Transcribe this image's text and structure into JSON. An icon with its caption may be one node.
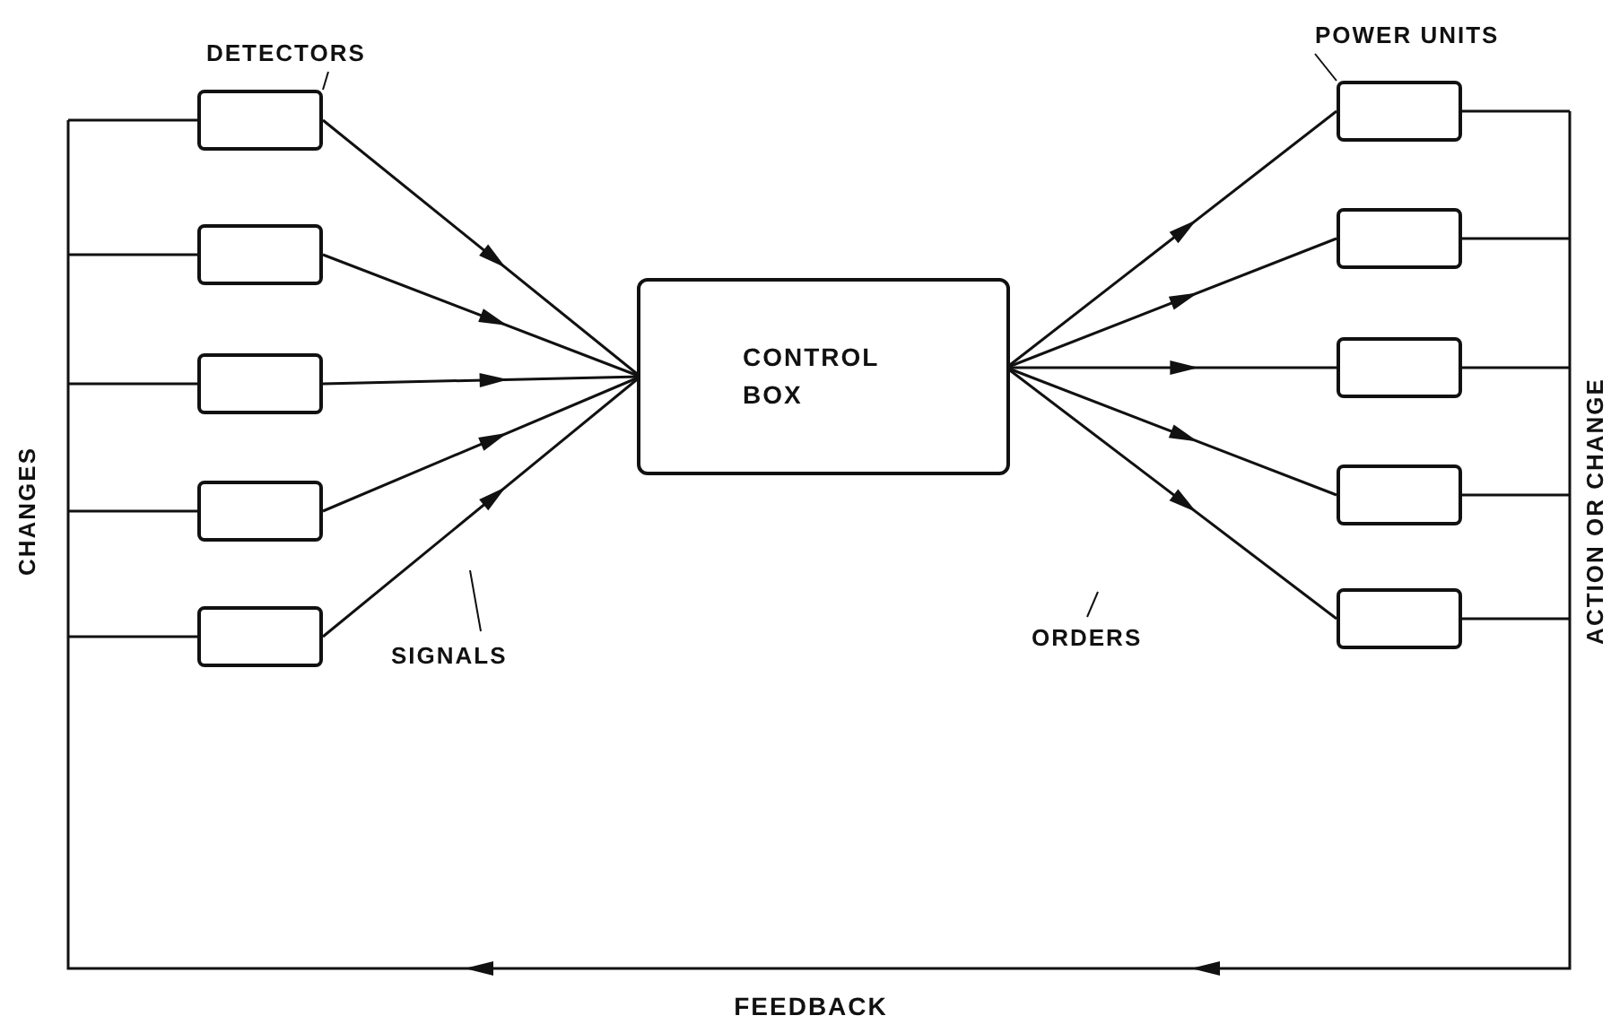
{
  "diagram": {
    "nodes": [
      {
        "text": [
          "DETECTORS"
        ]
      },
      {
        "text": [
          "POWER UNITS"
        ]
      },
      {
        "text": [],
        "shape": "box"
      },
      {
        "text": [],
        "shape": "box"
      },
      {
        "text": [],
        "shape": "box"
      },
      {
        "text": [],
        "shape": "box"
      },
      {
        "text": [],
        "shape": "box"
      },
      {
        "text": [
          "CONTROL BOX"
        ]
      },
      {
        "text": [],
        "shape": "box"
      },
      {
        "text": [],
        "shape": "box"
      },
      {
        "text": [],
        "shape": "box"
      },
      {
        "text": [],
        "shape": "box"
      },
      {
        "text": [],
        "shape": "box"
      },
      {
        "text": [
          "SIGNALS"
        ]
      },
      {
        "text": [
          "ORDERS"
        ]
      }
    ],
    "edges": [
      {
        "from": 0,
        "to": 2,
        "arrow": "none"
      },
      {
        "from": 1,
        "to": 8,
        "arrow": "none"
      },
      {
        "from": 2,
        "to": 7,
        "arrow": "to"
      },
      {
        "from": 3,
        "to": 7,
        "arrow": "to"
      },
      {
        "from": 4,
        "to": 7,
        "arrow": "to"
      },
      {
        "from": 5,
        "to": 7,
        "arrow": "to"
      },
      {
        "from": 6,
        "to": 7,
        "arrow": "to"
      },
      {
        "from": 7,
        "to": 8,
        "arrow": "to"
      },
      {
        "from": 7,
        "to": 9,
        "arrow": "to"
      },
      {
        "from": 7,
        "to": 10,
        "arrow": "to"
      },
      {
        "from": 7,
        "to": 11,
        "arrow": "to"
      },
      {
        "from": 7,
        "to": 12,
        "arrow": "to"
      },
      {
        "from": 13,
        "to": null,
        "arrow": "none"
      },
      {
        "from": 14,
        "to": null,
        "arrow": "none"
      },
      {
        "from": 8,
        "to": 2,
        "arrow": "to"
      },
      {
        "from": 8,
        "to": 3,
        "arrow": "to"
      },
      {
        "from": 8,
        "to": 4,
        "arrow": "to"
      },
      {
        "from": 8,
        "to": 5,
        "arrow": "to"
      },
      {
        "from": 8,
        "to": 6,
        "arrow": "to"
      },
      {
        "from": 9,
        "to": 2,
        "arrow": "to"
      },
      {
        "from": 9,
        "to": 3,
        "arrow": "to"
      },
      {
        "from": 9,
        "to": 4,
        "arrow": "to"
      },
      {
        "from": 9,
        "to": 5,
        "arrow": "to"
      },
      {
        "from": 9,
        "to": 6,
        "arrow": "to"
      },
      {
        "from": 10,
        "to": 2,
        "arrow": "to"
      },
      {
        "from": 10,
        "to": 3,
        "arrow": "to"
      },
      {
        "from": 10,
        "to": 4,
        "arrow": "to"
      },
      {
        "from": 10,
        "to": 5,
        "arrow": "to"
      },
      {
        "from": 10,
        "to": 6,
        "arrow": "to"
      },
      {
        "from": 11,
        "to": 2,
        "arrow": "to"
      },
      {
        "from": 11,
        "to": 3,
        "arrow": "to"
      },
      {
        "from": 11,
        "to": 4,
        "arrow": "to"
      },
      {
        "from": 11,
        "to": 5,
        "arrow": "to"
      },
      {
        "from": 11,
        "to": 6,
        "arrow": "to"
      },
      {
        "from": 12,
        "to": 2,
        "arrow": "to"
      },
      {
        "from": 12,
        "to": 3,
        "arrow": "to"
      },
      {
        "from": 12,
        "to": 4,
        "arrow": "to"
      },
      {
        "from": 12,
        "to": 5,
        "arrow": "to"
      },
      {
        "from": 12,
        "to": 6,
        "arrow": "to"
      }
    ],
    "labels": [
      "CHANGES",
      "ACTION OR CHANGE",
      "FEEDBACK"
    ]
  }
}
